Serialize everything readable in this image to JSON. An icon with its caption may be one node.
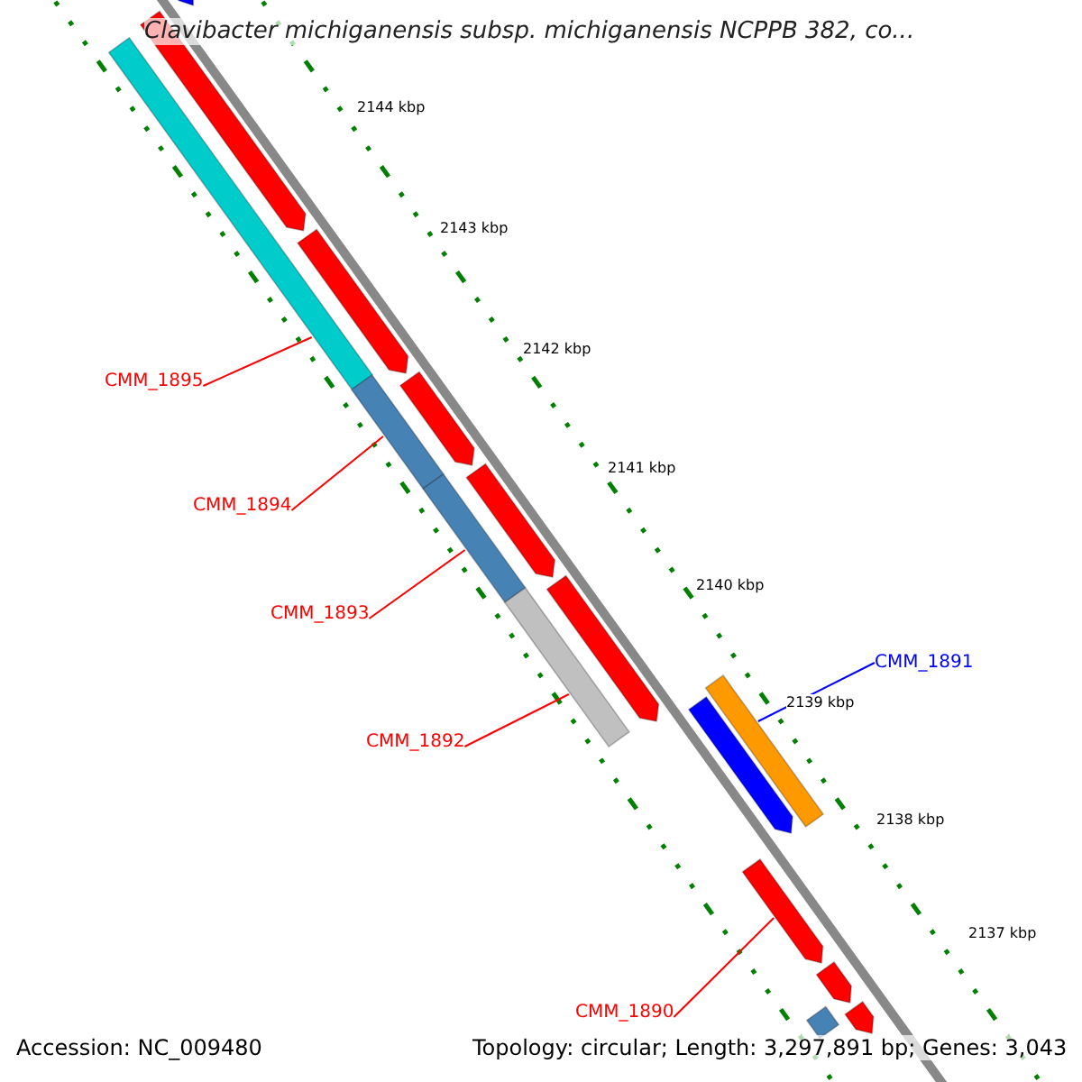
{
  "diagram": {
    "title": "Clavibacter michiganensis subsp. michiganensis NCPPB 382, co...",
    "nodes": [
      {
        "text": [
          "CMM_1895"
        ]
      },
      {
        "text": [],
        "shape": "bar"
      },
      {
        "text": [
          "CMM_1894"
        ]
      },
      {
        "text": [],
        "shape": "bar"
      },
      {
        "text": [
          "CMM_1893"
        ]
      },
      {
        "text": [],
        "shape": "bar"
      },
      {
        "text": [
          "CMM_1892"
        ]
      },
      {
        "text": [],
        "shape": "bar"
      },
      {
        "text": [
          "CMM_1891"
        ]
      },
      {
        "text": [],
        "shape": "bar"
      },
      {
        "text": [
          "CMM_1890"
        ]
      },
      {
        "text": [],
        "shape": "bar"
      },
      {
        "text": [],
        "shape": "bar"
      },
      {
        "text": [],
        "shape": "bar"
      },
      {
        "text": [],
        "shape": "bar"
      },
      {
        "text": [],
        "shape": "bar"
      },
      {
        "text": [],
        "shape": "bar"
      },
      {
        "text": [],
        "shape": "bar"
      },
      {
        "text": [],
        "shape": "bar"
      },
      {
        "text": [],
        "shape": "bar"
      },
      {
        "text": [],
        "shape": "bar"
      },
      {
        "text": [],
        "shape": "bar"
      }
    ],
    "edges": [
      {
        "from": 0,
        "to": 1,
        "arrow": "none"
      },
      {
        "from": 2,
        "to": 3,
        "arrow": "none"
      },
      {
        "from": 4,
        "to": 5,
        "arrow": "none"
      },
      {
        "from": 6,
        "to": 7,
        "arrow": "none"
      },
      {
        "from": 8,
        "to": 9,
        "arrow": "none",
        "color": "#0000ff"
      },
      {
        "from": 10,
        "to": 11,
        "arrow": "none"
      }
    ],
    "labels": [
      "2144 kbp",
      "2143 kbp",
      "2142 kbp",
      "2141 kbp",
      "2140 kbp",
      "2139 kbp",
      "2138 kbp",
      "2137 kbp",
      "Accession: NC_009480",
      "Topology: circular; Length: 3,297,891 bp; Genes: 3,043"
    ]
  }
}
